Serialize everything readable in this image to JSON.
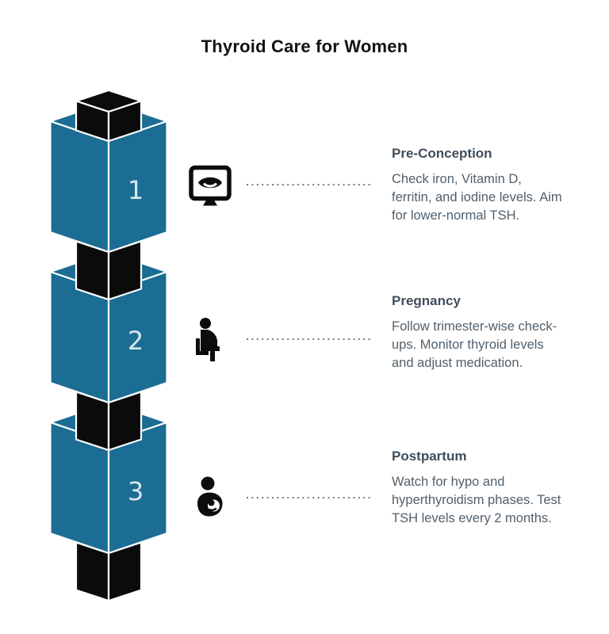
{
  "title": "Thyroid Care for Women",
  "steps": [
    {
      "number": "1",
      "heading": "Pre-Conception",
      "body": "Check iron, Vitamin D, ferritin, and iodine levels. Aim for lower-normal TSH.",
      "icon": "ultrasound-monitor"
    },
    {
      "number": "2",
      "heading": "Pregnancy",
      "body": "Follow trimester-wise check-ups. Monitor thyroid levels and adjust medication.",
      "icon": "pregnant-woman-seated"
    },
    {
      "number": "3",
      "heading": "Postpartum",
      "body": "Watch for hypo and hyperthyroidism phases. Test TSH levels every 2 months.",
      "icon": "mother-nursing-baby"
    }
  ],
  "colors": {
    "block_teal": "#1b6d93",
    "cube_black": "#0b0b0b",
    "edge_white": "#ffffff",
    "number_text": "#d8e6ee",
    "heading_text": "#3f4e5c",
    "body_text": "#51606c",
    "title_text": "#131313",
    "dotted_line": "#6e7d8b",
    "icon_black": "#0d0d0d",
    "background": "#ffffff"
  }
}
